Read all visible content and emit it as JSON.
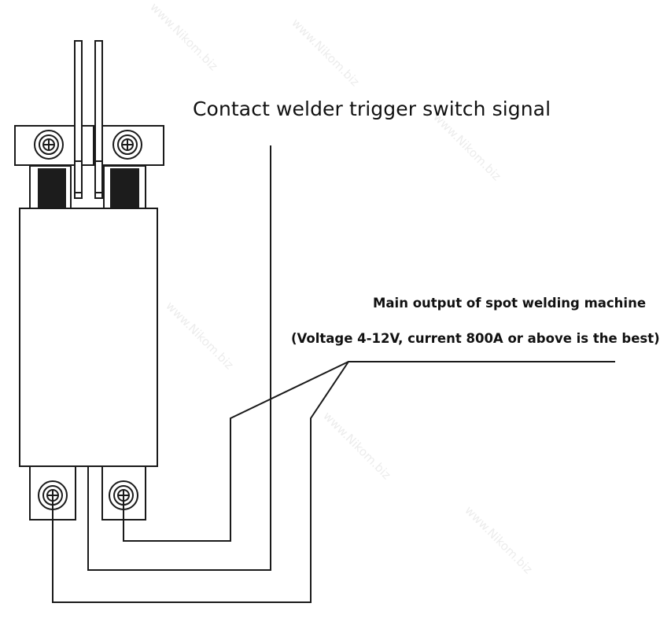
{
  "diagram": {
    "title": "Contact welder trigger switch signal",
    "output_label": "Main output of spot welding machine",
    "output_spec": "(Voltage 4-12V, current 800A or above is the best)",
    "watermark": "www.Nikom.biz"
  },
  "colors": {
    "line": "#1a1a1a",
    "fill": "#ffffff",
    "dark_block": "#1c1c1c"
  }
}
